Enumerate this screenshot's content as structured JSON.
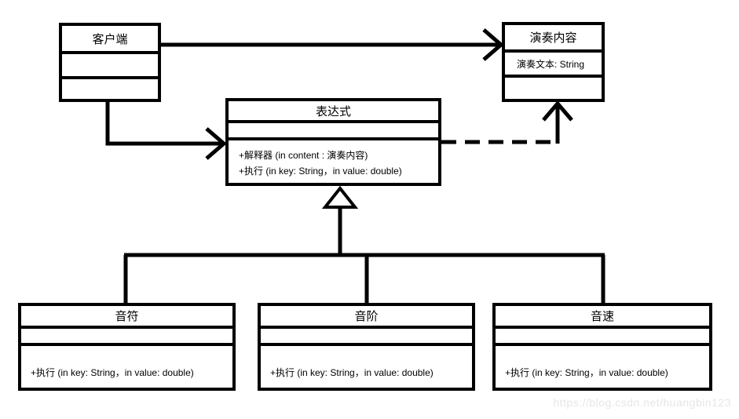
{
  "diagram": {
    "type": "uml-class-diagram",
    "classes": {
      "client": {
        "title": "客户端"
      },
      "content": {
        "title": "演奏内容",
        "attribute": "演奏文本: String"
      },
      "expression": {
        "title": "表达式",
        "methods": [
          "+解释器 (in content : 演奏内容)",
          "+执行 (in key: String，in value: double)"
        ]
      },
      "note": {
        "title": "音符",
        "method": "+执行 (in key: String，in value: double)"
      },
      "scale": {
        "title": "音阶",
        "method": "+执行 (in key: String，in value: double)"
      },
      "speed": {
        "title": "音速",
        "method": "+执行 (in key: String，in value: double)"
      }
    },
    "relations": [
      {
        "name": "association-client-to-content",
        "style": "solid-open-arrow"
      },
      {
        "name": "association-client-to-expression",
        "style": "solid-open-arrow"
      },
      {
        "name": "dependency-expression-to-content",
        "style": "dashed-open-arrow"
      },
      {
        "name": "generalization-children-to-expression",
        "style": "hollow-triangle"
      }
    ],
    "watermark": "https://blog.csdn.net/huangbin123",
    "colors": {
      "line": "#000000",
      "background": "#ffffff",
      "watermark_text": "#e6e6e6"
    }
  }
}
